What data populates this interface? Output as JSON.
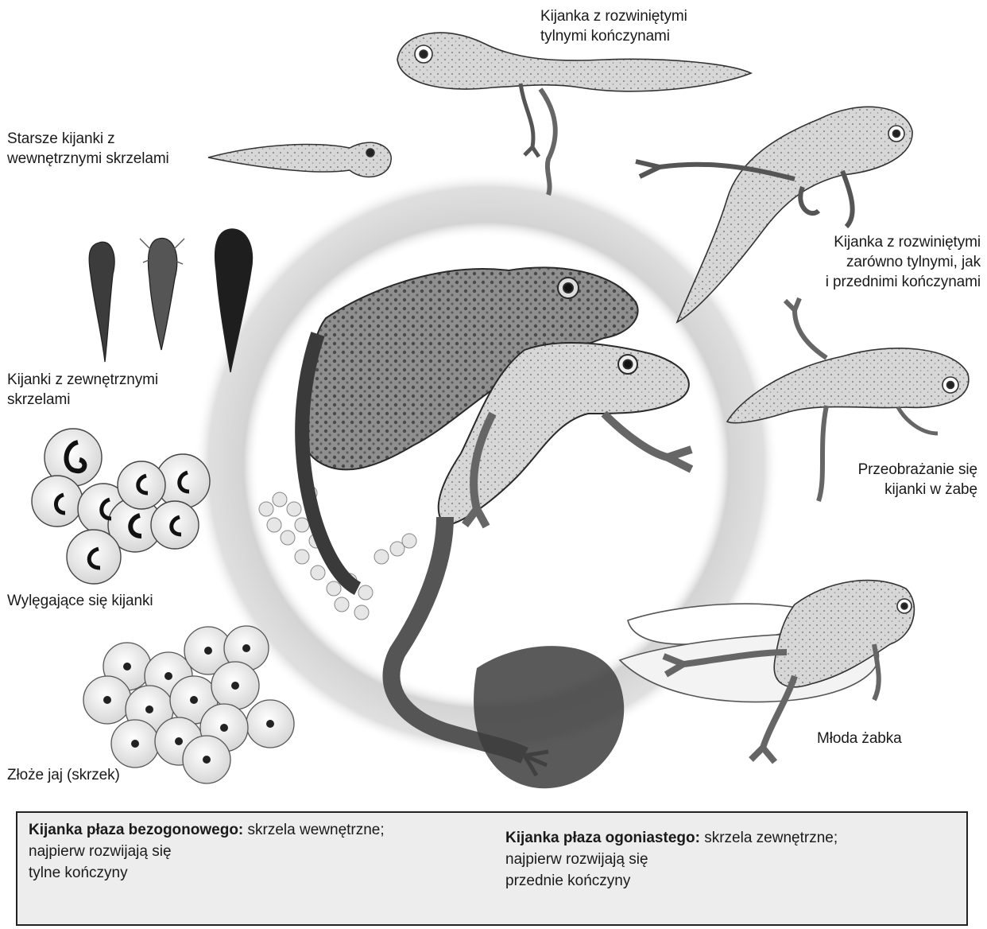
{
  "stages": {
    "late_tadpole_hind_legs": [
      "Kijanka z rozwiniętymi",
      "tylnymi kończynami"
    ],
    "older_tadpoles_internal_gills": [
      "Starsze kijanki z",
      "wewnętrznymi skrzelami"
    ],
    "tadpole_all_legs": [
      "Kijanka z rozwiniętymi",
      "zarówno tylnymi, jak",
      "i przednimi kończynami"
    ],
    "tadpoles_external_gills": [
      "Kijanki z zewnętrznymi",
      "skrzelami"
    ],
    "metamorphosis": [
      "Przeobrażanie się",
      "kijanki w żabę"
    ],
    "hatching": [
      "Wylęgające się kijanki"
    ],
    "young_frog": [
      "Młoda żabka"
    ],
    "spawn": [
      "Złoże jaj (skrzek)"
    ]
  },
  "comparison": {
    "anuran": {
      "title": "Kijanka płaza bezogonowego:",
      "trait": " skrzela wewnętrzne;",
      "line2": "najpierw rozwijają się",
      "line3": "tylne kończyny"
    },
    "urodele": {
      "title": "Kijanka płaza ogoniastego:",
      "trait": " skrzela zewnętrzne;",
      "line2": "najpierw rozwijają się",
      "line3": "przednie kończyny"
    }
  }
}
